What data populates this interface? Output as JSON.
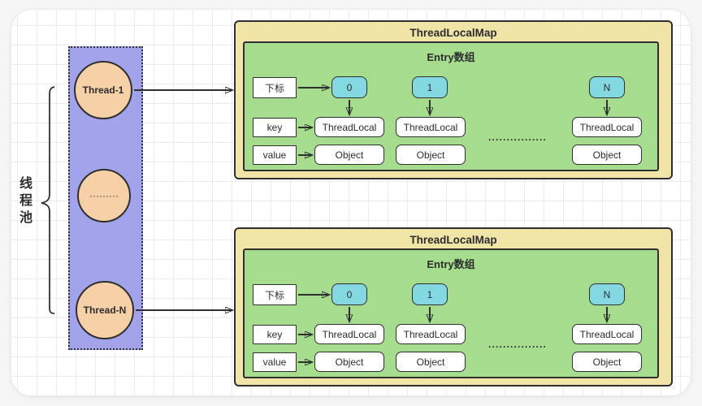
{
  "colors": {
    "bg": "#f6f6f7",
    "card": "#ffffff",
    "grid-line": "#ececec",
    "pool-fill": "#a2a3ea",
    "thread-fill": "#f6d0a6",
    "map-fill": "#f0e5a7",
    "array-fill": "#a6dc8e",
    "cell-fill": "#84d8e2",
    "box-fill": "#ffffff",
    "stroke": "#2f2f2f",
    "text": "#2d2d2d"
  },
  "pool": {
    "label": "线程池",
    "label_chars": [
      "线",
      "程",
      "池"
    ],
    "threads": [
      {
        "name": "Thread-1"
      },
      {
        "name": "·········"
      },
      {
        "name": "Thread-N"
      }
    ]
  },
  "maps": [
    {
      "title": "ThreadLocalMap",
      "array_title": "Entry数组",
      "index_label": "下标",
      "key_label": "key",
      "value_label": "value",
      "cells": [
        "0",
        "1",
        "N"
      ],
      "ellipsis": "················",
      "entries": [
        {
          "key": "ThreadLocal",
          "value": "Object"
        },
        {
          "key": "ThreadLocal",
          "value": "Object"
        },
        {
          "key": "ThreadLocal",
          "value": "Object"
        }
      ]
    },
    {
      "title": "ThreadLocalMap",
      "array_title": "Entry数组",
      "index_label": "下标",
      "key_label": "key",
      "value_label": "value",
      "cells": [
        "0",
        "1",
        "N"
      ],
      "ellipsis": "················",
      "entries": [
        {
          "key": "ThreadLocal",
          "value": "Object"
        },
        {
          "key": "ThreadLocal",
          "value": "Object"
        },
        {
          "key": "ThreadLocal",
          "value": "Object"
        }
      ]
    }
  ]
}
